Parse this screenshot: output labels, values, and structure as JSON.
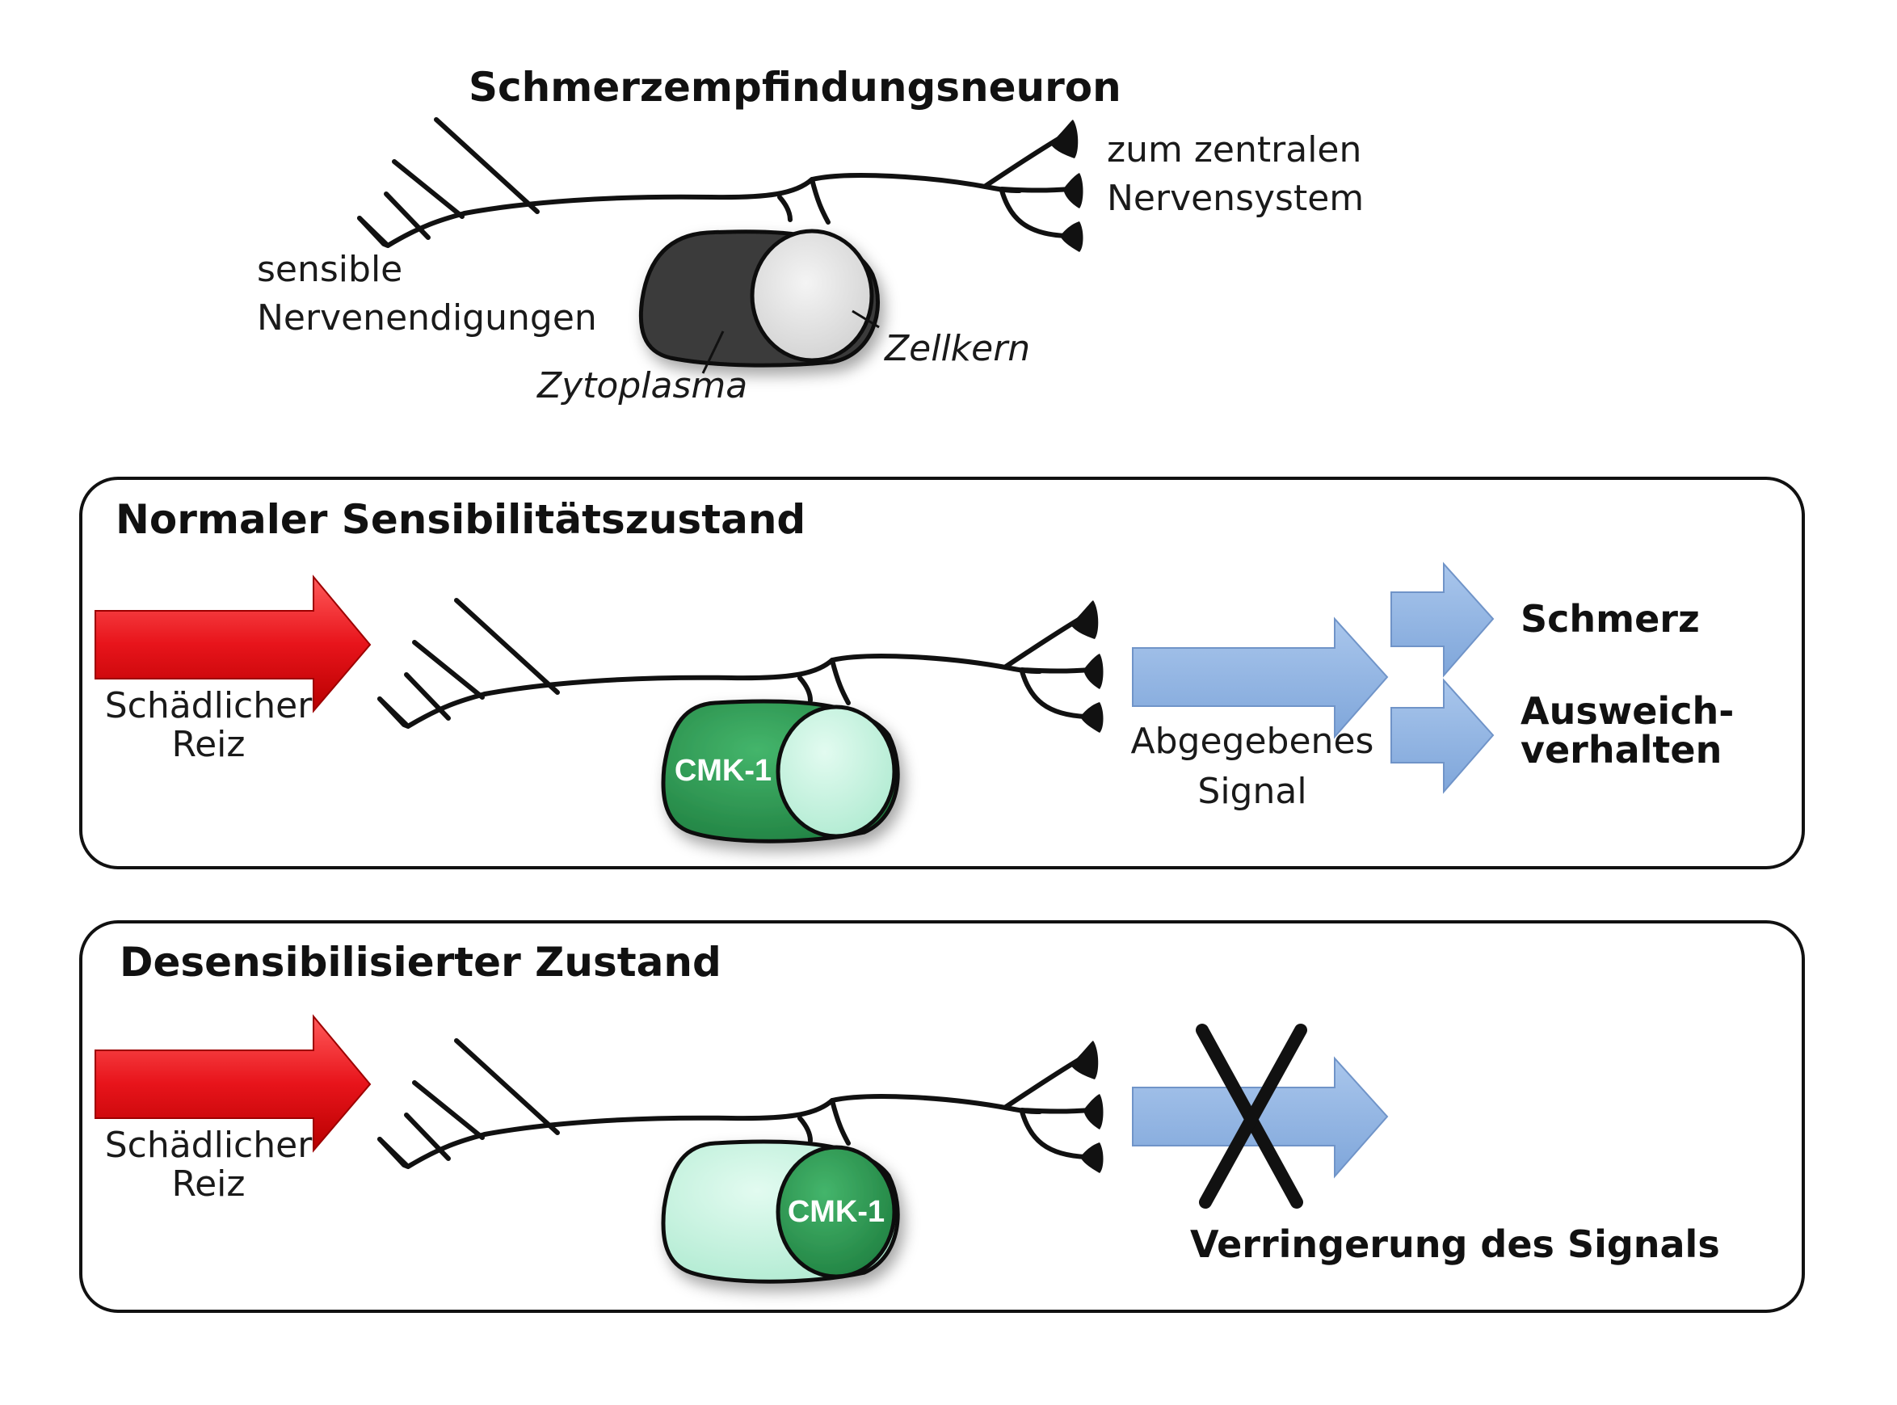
{
  "header": {
    "title": "Schmerzempfindungsneuron",
    "label_endings_line1": "sensible",
    "label_endings_line2": "Nervenendigungen",
    "label_cytoplasm": "Zytoplasma",
    "label_nucleus": "Zellkern",
    "label_cns_line1": "zum zentralen",
    "label_cns_line2": "Nervensystem"
  },
  "panel_normal": {
    "title": "Normaler Sensibilitätszustand",
    "stimulus_line1": "Schädlicher",
    "stimulus_line2": "Reiz",
    "protein": "CMK-1",
    "signal_line1": "Abgegebenes",
    "signal_line2": "Signal",
    "outcome1": "Schmerz",
    "outcome2_line1": "Ausweich-",
    "outcome2_line2": "verhalten"
  },
  "panel_desensitized": {
    "title": "Desensibilisierter Zustand",
    "stimulus_line1": "Schädlicher",
    "stimulus_line2": "Reiz",
    "protein": "CMK-1",
    "signal_result": "Verringerung des Signals"
  },
  "colors": {
    "stimulus_red": "#e8141b",
    "signal_blue": "#8fb3e2",
    "cytoplasm_dark": "#3b3b3b",
    "green_dark": "#2e9a55",
    "green_light": "#c2f3df"
  }
}
